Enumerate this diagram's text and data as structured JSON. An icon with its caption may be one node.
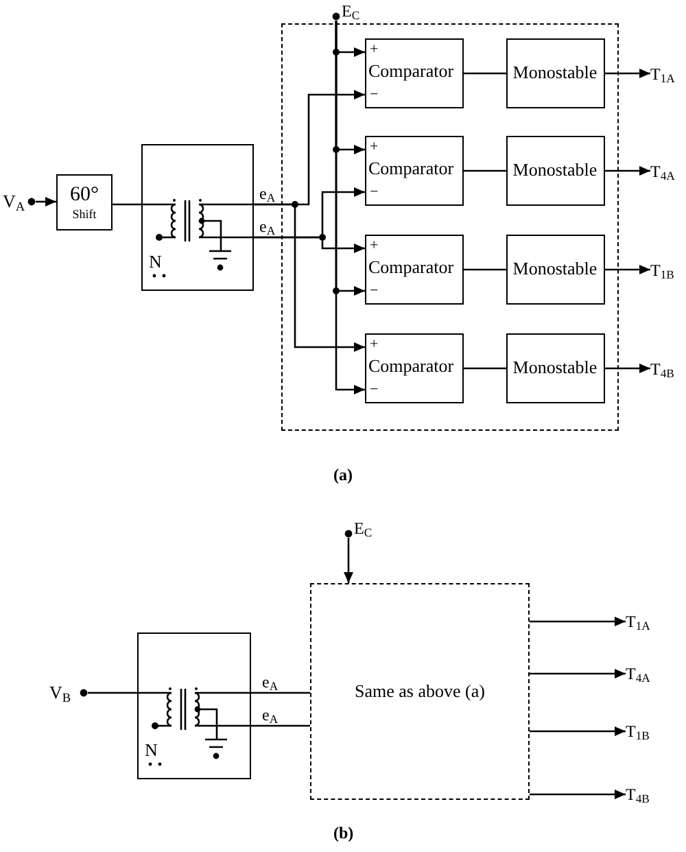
{
  "diagram": {
    "nodes": [
      {
        "text": [
          "V$_{A}$"
        ]
      },
      {
        "text": [
          "60°",
          "Shift"
        ]
      },
      {
        "text": [
          "N"
        ]
      },
      {
        "text": [
          "E$_{C}$"
        ]
      },
      {
        "text": [],
        "shape": "box"
      },
      {
        "text": [
          "+",
          "Comparator",
          "−"
        ],
        "in": 4
      },
      {
        "text": [
          "Monostable"
        ],
        "in": 4
      },
      {
        "text": [
          "+",
          "Comparator",
          "−"
        ],
        "in": 4
      },
      {
        "text": [
          "Monostable"
        ],
        "in": 4
      },
      {
        "text": [
          "+",
          "Comparator",
          "−"
        ],
        "in": 4
      },
      {
        "text": [
          "Monostable"
        ],
        "in": 4
      },
      {
        "text": [
          "+",
          "Comparator",
          "−"
        ],
        "in": 4
      },
      {
        "text": [
          "Monostable"
        ],
        "in": 4
      },
      {
        "text": [
          "T$_{1A}$"
        ]
      },
      {
        "text": [
          "T$_{4A}$"
        ]
      },
      {
        "text": [
          "T$_{1B}$"
        ]
      },
      {
        "text": [
          "T$_{4B}$"
        ]
      },
      {
        "text": [
          "E$_{C}$"
        ]
      },
      {
        "text": [
          "V$_{B}$"
        ]
      },
      {
        "text": [
          "N"
        ]
      },
      {
        "text": [
          "Same as above (a)"
        ]
      },
      {
        "text": [
          "T$_{1A}$"
        ]
      },
      {
        "text": [
          "T$_{4A}$"
        ]
      },
      {
        "text": [
          "T$_{1B}$"
        ]
      },
      {
        "text": [
          "T$_{4B}$"
        ]
      }
    ],
    "edges": [
      {
        "from": 0,
        "to": 1,
        "arrow": "to"
      },
      {
        "from": 1,
        "to": 2,
        "arrow": "none"
      },
      {
        "from": 2,
        "to": 5,
        "arrow": "to",
        "label": "e$_{A}$"
      },
      {
        "from": 2,
        "to": 11,
        "arrow": "to"
      },
      {
        "from": 2,
        "to": 7,
        "arrow": "to",
        "label": "e$_{A}$"
      },
      {
        "from": 2,
        "to": 9,
        "arrow": "to"
      },
      {
        "from": 3,
        "to": 5,
        "arrow": "to"
      },
      {
        "from": 3,
        "to": 7,
        "arrow": "to"
      },
      {
        "from": 3,
        "to": 9,
        "arrow": "to"
      },
      {
        "from": 3,
        "to": 11,
        "arrow": "to"
      },
      {
        "from": 5,
        "to": 6,
        "arrow": "none"
      },
      {
        "from": 7,
        "to": 8,
        "arrow": "none"
      },
      {
        "from": 9,
        "to": 10,
        "arrow": "none"
      },
      {
        "from": 11,
        "to": 12,
        "arrow": "none"
      },
      {
        "from": 6,
        "to": 13,
        "arrow": "to"
      },
      {
        "from": 8,
        "to": 14,
        "arrow": "to"
      },
      {
        "from": 10,
        "to": 15,
        "arrow": "to"
      },
      {
        "from": 12,
        "to": 16,
        "arrow": "to"
      },
      {
        "from": 18,
        "to": 19,
        "arrow": "none"
      },
      {
        "from": 19,
        "to": 20,
        "arrow": "none",
        "label": "e$_{A}$"
      },
      {
        "from": 19,
        "to": 20,
        "arrow": "none",
        "label": "e$_{A}$"
      },
      {
        "from": 17,
        "to": 20,
        "arrow": "to"
      },
      {
        "from": 20,
        "to": 21,
        "arrow": "to"
      },
      {
        "from": 20,
        "to": 22,
        "arrow": "to"
      },
      {
        "from": 20,
        "to": 23,
        "arrow": "to"
      },
      {
        "from": 20,
        "to": 24,
        "arrow": "to"
      }
    ],
    "labels": [
      "(a)",
      "(b)"
    ]
  }
}
